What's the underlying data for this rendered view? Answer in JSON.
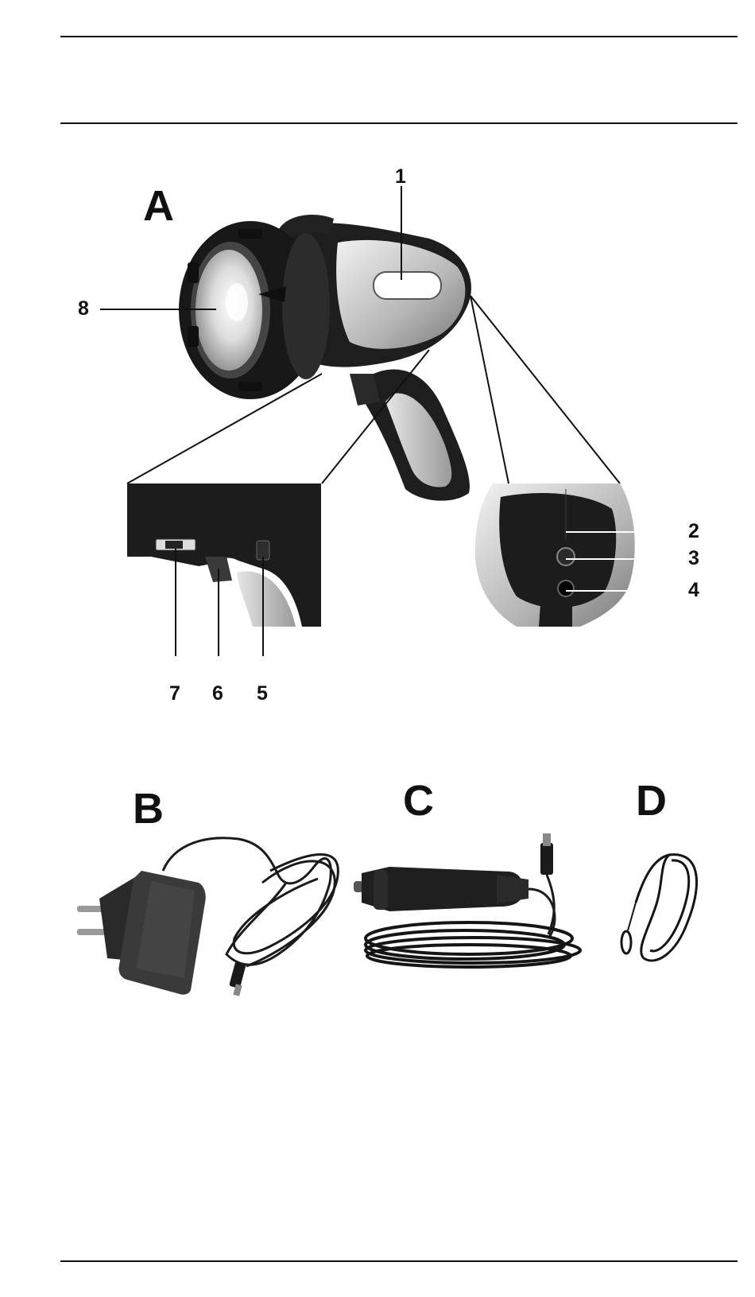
{
  "figure_a": {
    "letter": "A",
    "callouts": {
      "c1": "1",
      "c2": "2",
      "c3": "3",
      "c4": "4",
      "c5": "5",
      "c6": "6",
      "c7": "7",
      "c8": "8"
    }
  },
  "figure_b": {
    "letter": "B"
  },
  "figure_c": {
    "letter": "C"
  },
  "figure_d": {
    "letter": "D"
  },
  "colors": {
    "ink": "#111111",
    "grip_light": "#c9c9c9",
    "body_dark": "#1e1e1e",
    "silver": "#b8b8b8"
  }
}
